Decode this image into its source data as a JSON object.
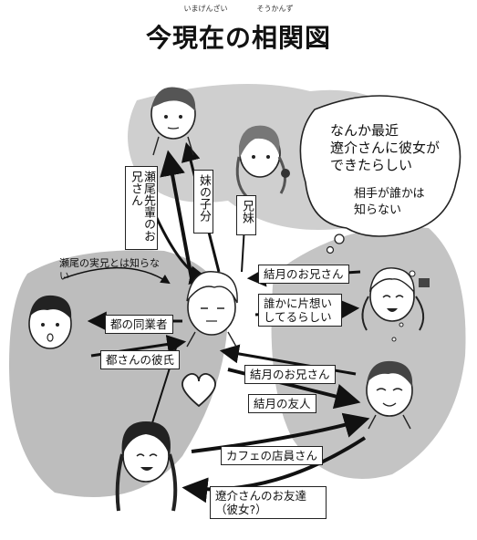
{
  "title": "今現在の相関図",
  "title_ruby": "いまげんざい　　　　そうかんず",
  "labels": {
    "seo_brother": "瀬尾先輩のお兄さん",
    "sister_henchman": "妹の子分",
    "siblings": "兄妹",
    "yuzuki_brother_top": "結月のお兄さん",
    "crush": "誰かに片想いしてるらしい",
    "colleague": "都の同業者",
    "boyfriend": "都さんの彼氏",
    "yuzuki_brother_mid": "結月のお兄さん",
    "yuzuki_friend": "結月の友人",
    "cafe_clerk": "カフェの店員さん",
    "ryosuke_friend": "遼介さんのお友達（彼女?）"
  },
  "bubble": {
    "line1": "なんか最近",
    "line2": "遼介さんに彼女が",
    "line3": "できたらしい",
    "inner1": "相手が誰かは",
    "inner2": "知らない"
  },
  "side_note": "瀬尾の実兄とは知らない",
  "colors": {
    "zone_dark": "#b9b9b9",
    "zone_light": "#d9d9d9",
    "line": "#111111"
  }
}
